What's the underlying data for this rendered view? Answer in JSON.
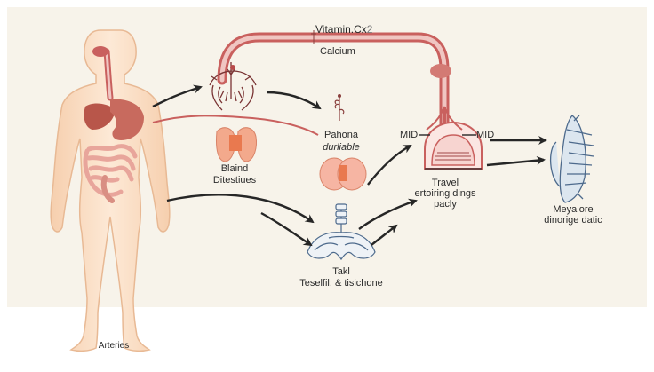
{
  "labels": {
    "vitamin": "Vitamin.Cx",
    "vitamin_sup": "2",
    "calcium": "Calcium",
    "blaind_line1": "Blaind",
    "blaind_line2": "Ditestiues",
    "pahona_line1": "Pahona",
    "pahona_line2": "durliable",
    "mid_left": "MID",
    "mid_right": "MID",
    "travel_line1": "Travel",
    "travel_line2": "ertoiring dings",
    "travel_line3": "pacly",
    "meyalore_line1": "Meyalore",
    "meyalore_line2": "dinorige datic",
    "takl_line1": "Takl",
    "takl_line2": "Teselfil: & tisichone",
    "arteries": "Arteries"
  },
  "colors": {
    "background_panel": "#f7f3ea",
    "skin": "#fbe3cc",
    "skin_outline": "#e8b994",
    "vessel": "#c9605e",
    "vessel_light": "#f0c6c2",
    "liver": "#b8564a",
    "stomach": "#c86a5e",
    "intestine": "#e8a59b",
    "gland": "#f3a98c",
    "spine_blue": "#4d6a8c",
    "arrow": "#262626"
  },
  "icons": [
    "human-body-figure",
    "thyroid-gland-icon",
    "parathyroid-gland-icon",
    "pelvis-bone-icon",
    "kidney-cross-section-icon",
    "vertebra-bone-icon",
    "nerve-plexus-icon",
    "small-plant-icon"
  ]
}
